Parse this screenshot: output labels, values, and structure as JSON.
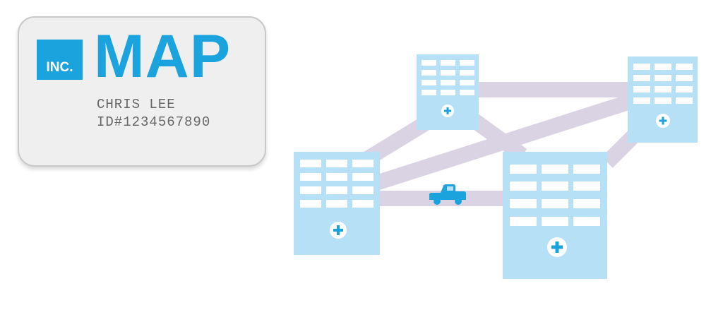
{
  "card": {
    "badge_text": "INC.",
    "brand": "MAP",
    "holder_name": "CHRIS LEE",
    "holder_id": "ID#1234567890"
  },
  "diagram": {
    "node_icons": [
      "hospital-building-icon",
      "hospital-building-icon",
      "hospital-building-icon",
      "hospital-building-icon"
    ],
    "vehicle_icon": "pickup-truck-icon",
    "colors": {
      "brand_blue": "#1aa3dd",
      "building_fill": "#b5e0f5",
      "window_fill": "#ffffff",
      "road": "#dad3e3",
      "card_background": "#efefef",
      "card_text": "#666666"
    }
  }
}
